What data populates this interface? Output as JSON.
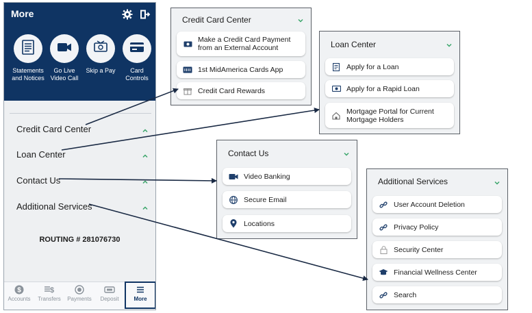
{
  "phone": {
    "title": "More",
    "quick_actions": [
      {
        "label": "Statements and Notices",
        "icon": "statement-icon"
      },
      {
        "label": "Go Live Video Call",
        "icon": "video-camera-icon"
      },
      {
        "label": "Skip a Pay",
        "icon": "skip-pay-icon"
      },
      {
        "label": "Card Controls",
        "icon": "card-icon"
      }
    ],
    "sections": [
      {
        "label": "Credit Card Center"
      },
      {
        "label": "Loan Center"
      },
      {
        "label": "Contact Us"
      },
      {
        "label": "Additional Services"
      }
    ],
    "routing": "ROUTING # 281076730",
    "nav": [
      {
        "label": "Accounts",
        "icon": "dollar-coin-icon"
      },
      {
        "label": "Transfers",
        "icon": "transfer-icon"
      },
      {
        "label": "Payments",
        "icon": "payments-icon"
      },
      {
        "label": "Deposit",
        "icon": "deposit-check-icon"
      },
      {
        "label": "More",
        "icon": "hamburger-menu-icon",
        "active": true
      }
    ]
  },
  "credit_card_center": {
    "title": "Credit Card Center",
    "items": [
      {
        "label": "Make a Credit Card Payment from an External Account",
        "icon": "cash-icon"
      },
      {
        "label": "1st MidAmerica Cards App",
        "icon": "cards-icon"
      },
      {
        "label": "Credit Card Rewards",
        "icon": "gift-icon"
      }
    ]
  },
  "loan_center": {
    "title": "Loan Center",
    "items": [
      {
        "label": "Apply for a Loan",
        "icon": "document-icon"
      },
      {
        "label": "Apply for a Rapid Loan",
        "icon": "cash-icon"
      },
      {
        "label": "Mortgage Portal for Current Mortgage Holders",
        "icon": "house-icon"
      }
    ]
  },
  "contact_us": {
    "title": "Contact Us",
    "items": [
      {
        "label": "Video Banking",
        "icon": "video-camera-icon"
      },
      {
        "label": "Secure Email",
        "icon": "globe-icon"
      },
      {
        "label": "Locations",
        "icon": "map-pin-icon"
      }
    ]
  },
  "additional_services": {
    "title": "Additional Services",
    "items": [
      {
        "label": "User Account Deletion",
        "icon": "link-icon"
      },
      {
        "label": "Privacy Policy",
        "icon": "link-icon"
      },
      {
        "label": "Security Center",
        "icon": "lock-icon"
      },
      {
        "label": "Financial Wellness Center",
        "icon": "graduation-cap-icon"
      },
      {
        "label": "Search",
        "icon": "link-icon"
      }
    ]
  },
  "colors": {
    "header_navy": "#0f3463",
    "accent_green": "#3aa56a",
    "panel_bg": "#f0f2f4"
  }
}
